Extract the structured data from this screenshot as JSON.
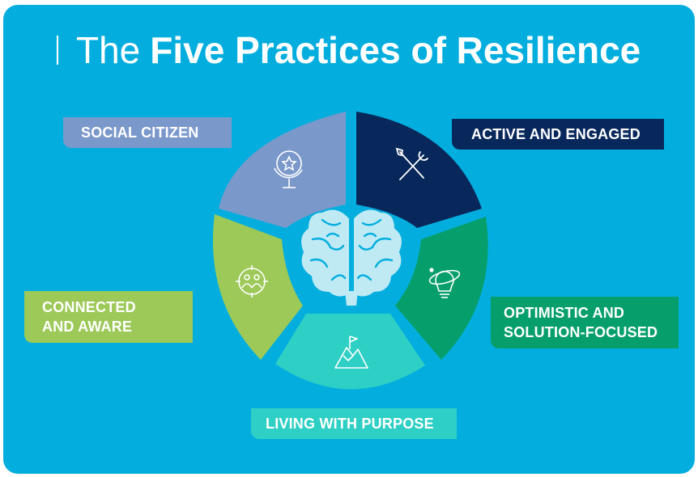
{
  "title": {
    "light": "The",
    "bold": "Five Practices of Resilience"
  },
  "practices": {
    "social": {
      "label": "SOCIAL CITIZEN",
      "color": "#7b98cb",
      "icon": "globe-star-icon"
    },
    "active": {
      "label": "ACTIVE AND ENGAGED",
      "color": "#08285c",
      "icon": "wrench-screwdriver-icon"
    },
    "optimistic": {
      "line1": "OPTIMISTIC AND",
      "line2": "SOLUTION-FOCUSED",
      "color": "#069f6c",
      "icon": "lightbulb-orbit-icon"
    },
    "living": {
      "label": "LIVING WITH PURPOSE",
      "color": "#2ecfc4",
      "icon": "mountain-flag-icon"
    },
    "connected": {
      "line1": "CONNECTED",
      "line2": "AND AWARE",
      "color": "#9cc958",
      "icon": "people-target-icon"
    }
  },
  "center": {
    "icon": "brain-icon",
    "color": "#bfeaf4"
  },
  "background_color": "#03aede"
}
